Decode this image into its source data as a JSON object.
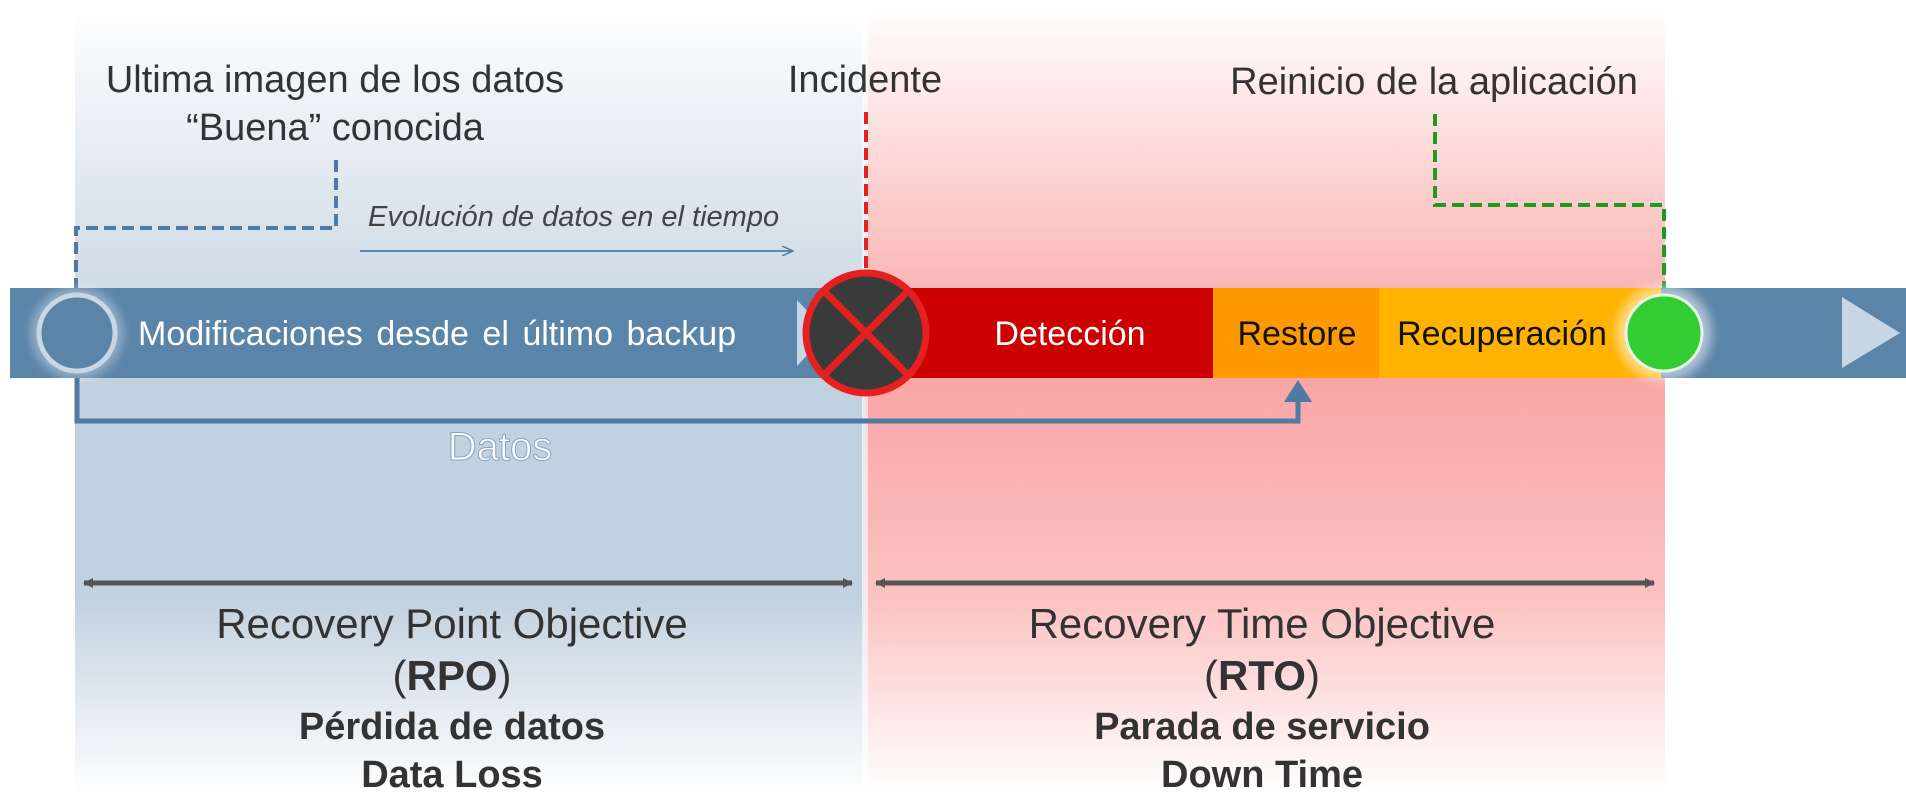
{
  "labels": {
    "last_good_image_line1": "Ultima imagen de los datos",
    "last_good_image_line2": "“Buena” conocida",
    "incident": "Incidente",
    "app_restart": "Reinicio de la aplicación",
    "data_evolution": "Evolución de datos en el tiempo",
    "changes_since_backup": "Modificaciones desde el último backup",
    "detection": "Detección",
    "restore": "Restore",
    "recovery": "Recuperación",
    "data": "Datos"
  },
  "rpo": {
    "title": "Recovery Point Objective",
    "paren_open": "(",
    "acronym": "RPO",
    "paren_close": ")",
    "subtitle_es": "Pérdida de datos",
    "subtitle_en": "Data Loss"
  },
  "rto": {
    "title": "Recovery Time Objective",
    "paren_open": "(",
    "acronym": "RTO",
    "paren_close": ")",
    "subtitle_es": "Parada de servicio",
    "subtitle_en": "Down Time"
  },
  "colors": {
    "timeline_bar": "#5b84a9",
    "rpo_zone": "#b7c8d8",
    "rto_zone": "#f7a0a0",
    "detection": "#cc0000",
    "restore": "#ff9900",
    "recovery": "#ffb300",
    "incident_marker": "#3a3a3a",
    "incident_border": "#e52020",
    "restart_marker": "#33cc33",
    "rpo_connector": "#4f7aa3",
    "incident_connector": "#e52020",
    "restart_connector": "#1f9a1f",
    "span_arrows": "#555555"
  },
  "icons": {
    "incident": "x-circle-icon",
    "restart": "green-dot-icon",
    "backup_point": "circle-icon",
    "timeline_end": "play-arrow-icon"
  }
}
